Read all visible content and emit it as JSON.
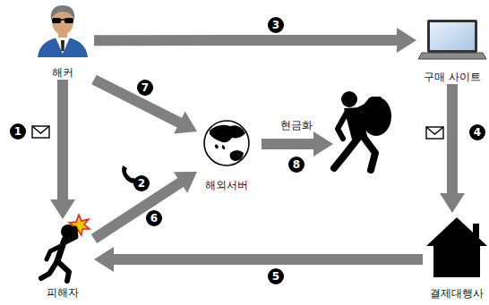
{
  "diagram": {
    "nodes": [
      {
        "text": [
          "해커"
        ]
      },
      {
        "text": [
          "구매 사이트"
        ]
      },
      {
        "text": [
          "해외서버"
        ]
      },
      {
        "text": [
          "피해자"
        ]
      },
      {
        "text": [
          "결제대행사"
        ]
      }
    ],
    "edges": [
      {
        "from": 0,
        "to": 3,
        "arrow": "to"
      },
      {
        "from": 0,
        "to": 1,
        "arrow": "to"
      },
      {
        "from": 0,
        "to": 2,
        "arrow": "to"
      },
      {
        "from": 3,
        "to": 2,
        "arrow": "to"
      },
      {
        "from": 1,
        "to": 4,
        "arrow": "to"
      },
      {
        "from": 4,
        "to": 3,
        "arrow": "to"
      }
    ],
    "labels": [
      "1",
      "2",
      "3",
      "4",
      "5",
      "6",
      "7",
      "8",
      "현금화"
    ]
  }
}
